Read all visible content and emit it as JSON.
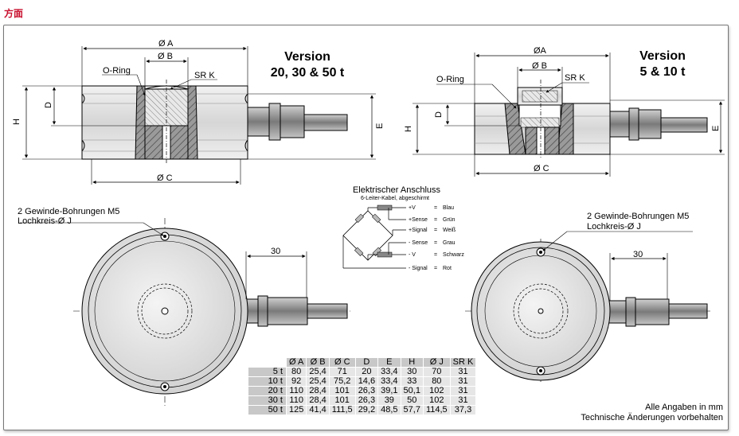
{
  "page": {
    "title": "方面"
  },
  "version_left": {
    "line1": "Version",
    "line2": "20, 30 & 50 t"
  },
  "version_right": {
    "line1": "Version",
    "line2": "5 & 10 t"
  },
  "dims": {
    "A": "Ø A",
    "B": "Ø B",
    "C": "Ø C",
    "SRK": "SR K",
    "H": "H",
    "D": "D",
    "E": "E",
    "oring": "O-Ring",
    "A2": "ØA",
    "B2": "Ø B",
    "C2": "Ø C",
    "oring2": "O-Ring",
    "thirty": "30"
  },
  "holes": {
    "line1": "2 Gewinde-Bohrungen M5",
    "line2": "Lochkreis-Ø J"
  },
  "wiring": {
    "title": "Elektrischer Anschluss",
    "subtitle": "6-Leiter-Kabel, abgeschirmt",
    "rows": [
      {
        "signal": "+V",
        "color": "Blau"
      },
      {
        "signal": "+Sense",
        "color": "Grün"
      },
      {
        "signal": "+Signal",
        "color": "Weiß"
      },
      {
        "signal": "- Sense",
        "color": "Grau"
      },
      {
        "signal": "- V",
        "color": "Schwarz"
      },
      {
        "signal": "- Signal",
        "color": "Rot"
      }
    ],
    "eq": "="
  },
  "table": {
    "headers": [
      "Ø A",
      "Ø B",
      "Ø C",
      "D",
      "E",
      "H",
      "Ø J",
      "SR K"
    ],
    "rows": [
      {
        "label": "5 t",
        "values": [
          "80",
          "25,4",
          "71",
          "20",
          "33,4",
          "30",
          "70",
          "31"
        ]
      },
      {
        "label": "10 t",
        "values": [
          "92",
          "25,4",
          "75,2",
          "14,6",
          "33,4",
          "33",
          "80",
          "31"
        ]
      },
      {
        "label": "20 t",
        "values": [
          "110",
          "28,4",
          "101",
          "26,3",
          "39,1",
          "50,1",
          "102",
          "31"
        ]
      },
      {
        "label": "30 t",
        "values": [
          "110",
          "28,4",
          "101",
          "26,3",
          "39",
          "50",
          "102",
          "31"
        ]
      },
      {
        "label": "50 t",
        "values": [
          "125",
          "41,4",
          "111,5",
          "29,2",
          "48,5",
          "57,7",
          "114,5",
          "37,3"
        ]
      }
    ]
  },
  "notes": {
    "line1": "Alle Angaben in mm",
    "line2": "Technische Änderungen vorbehalten"
  }
}
